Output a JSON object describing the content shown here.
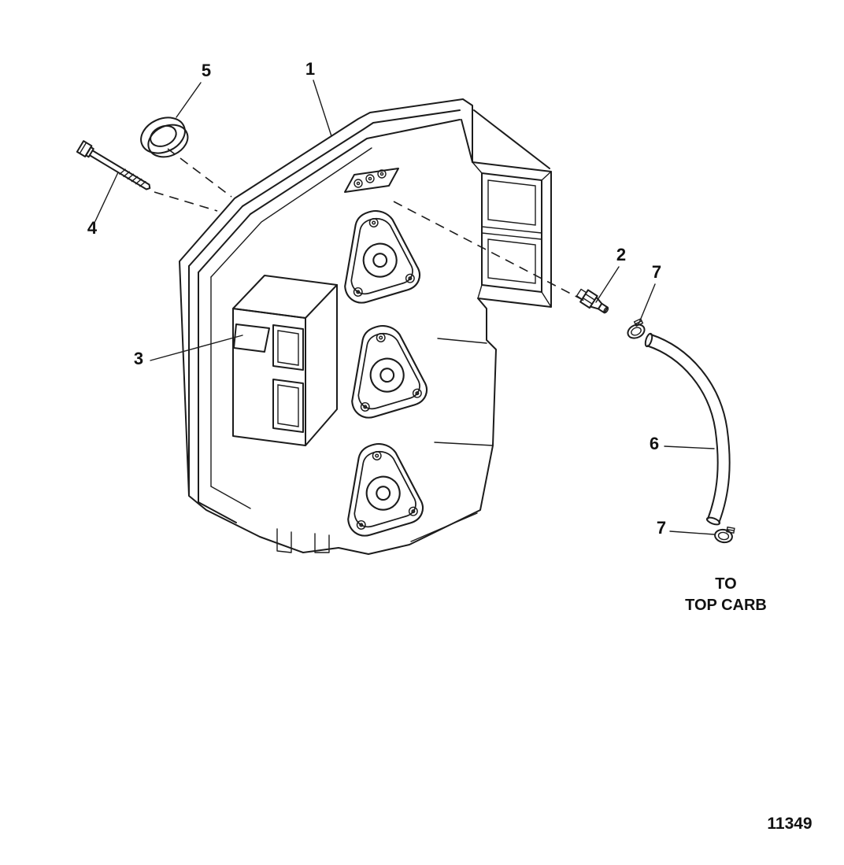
{
  "diagram": {
    "background": "#ffffff",
    "line_color": "#1c1c1c",
    "callouts": {
      "c1": "1",
      "c2": "2",
      "c3": "3",
      "c4": "4",
      "c5": "5",
      "c6": "6",
      "c7a": "7",
      "c7b": "7"
    },
    "annotations": {
      "to_line1": "TO",
      "to_line2": "TOP CARB"
    },
    "drawing_number": "11349"
  }
}
